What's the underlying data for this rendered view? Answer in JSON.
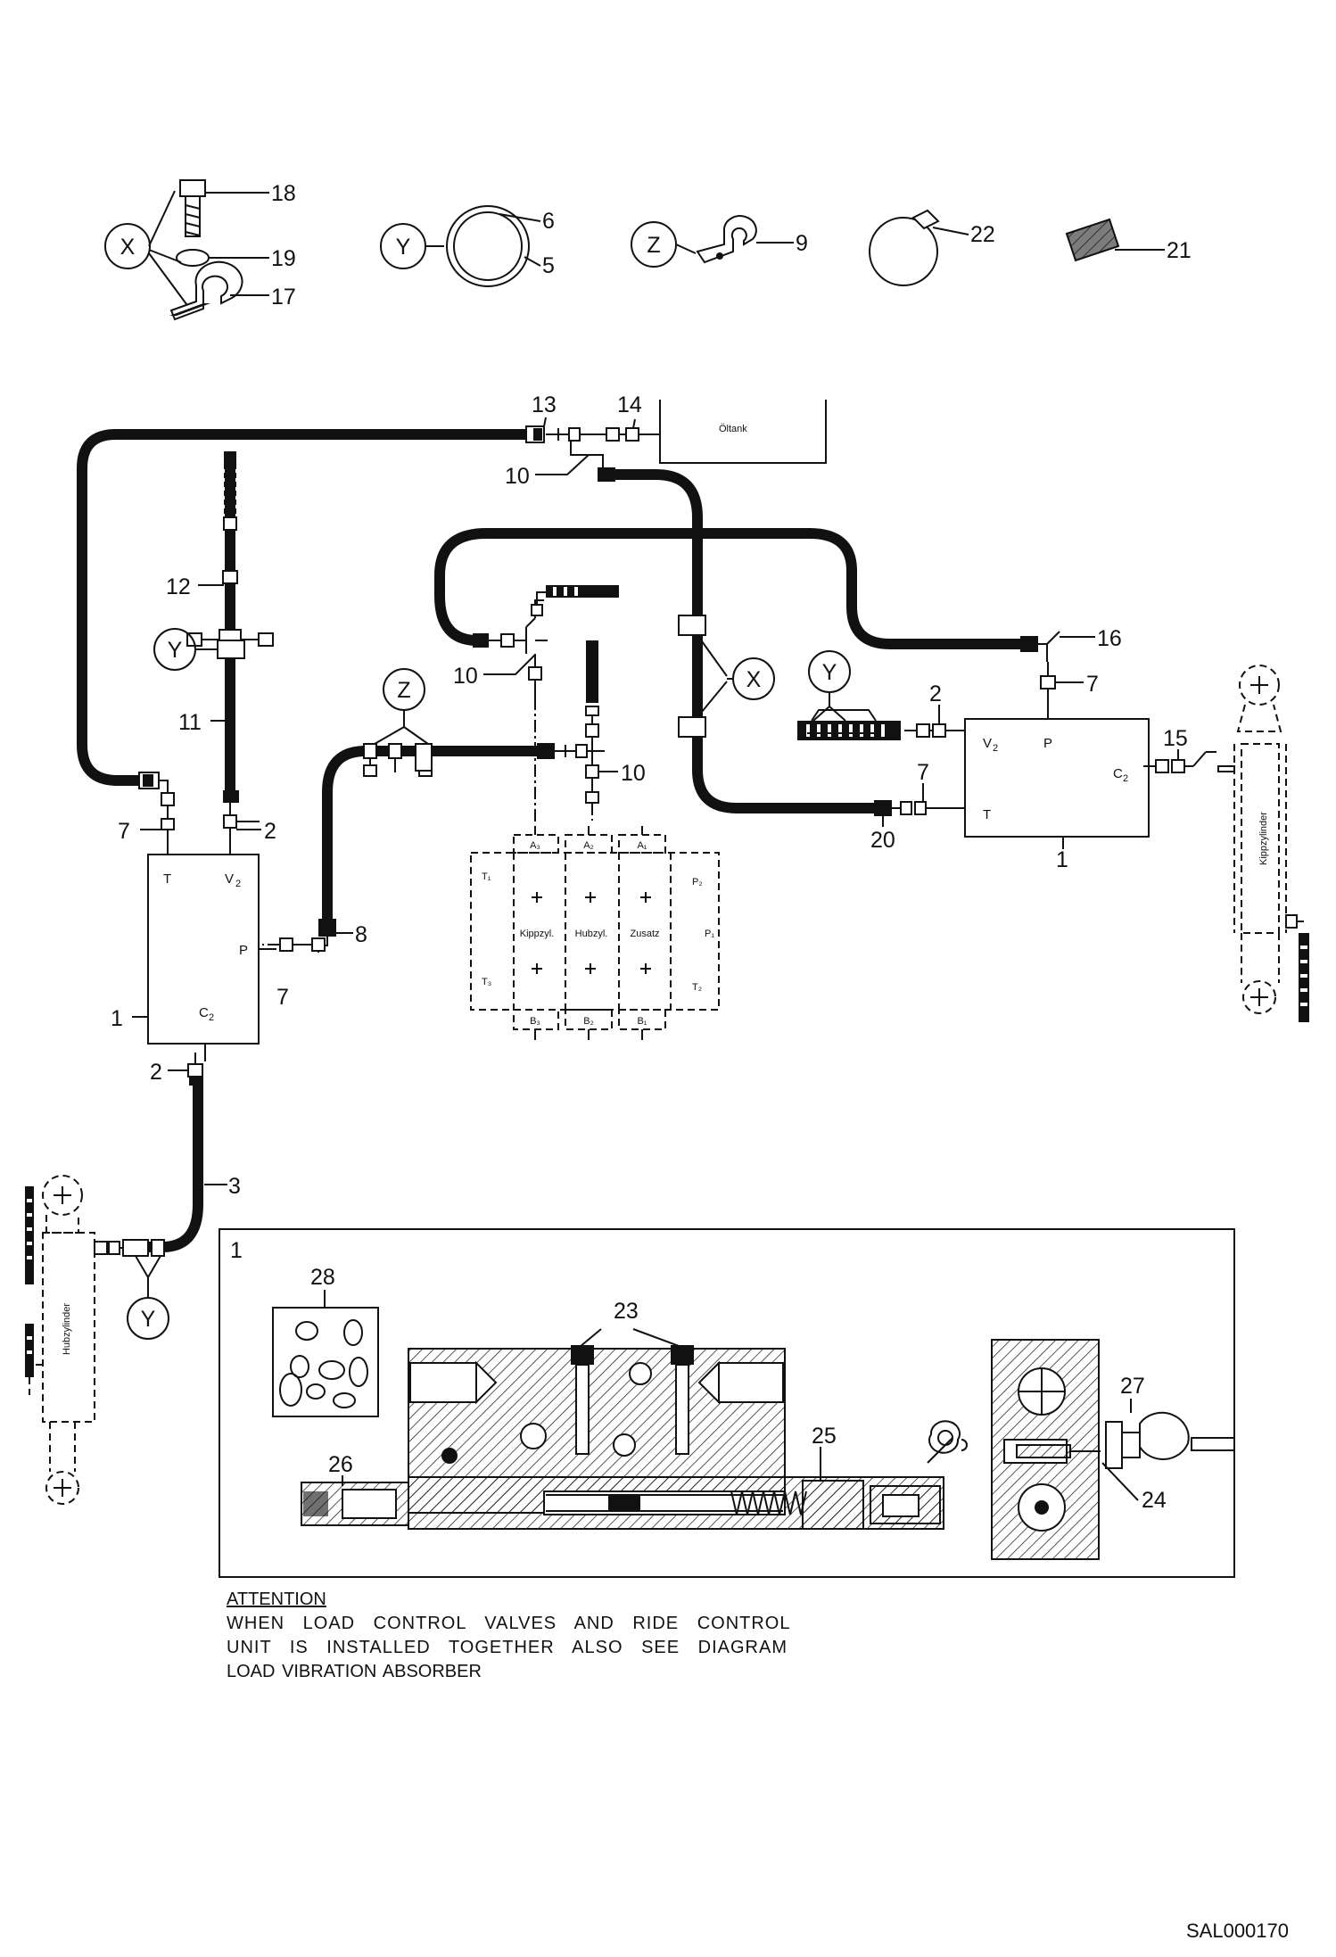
{
  "callouts": {
    "c18": "18",
    "c19": "19",
    "c17": "17",
    "c6": "6",
    "c5": "5",
    "c9": "9",
    "c22": "22",
    "c21": "21",
    "c13": "13",
    "c14": "14",
    "c10a": "10",
    "c12": "12",
    "c11": "11",
    "c10b": "10",
    "c16": "16",
    "c7a": "7",
    "c2a": "2",
    "c8": "8",
    "c7b": "7",
    "c1a": "1",
    "c2b": "2",
    "c3": "3",
    "c10c": "10",
    "c2c": "2",
    "c7c": "7",
    "c15": "15",
    "c7d": "7",
    "c20": "20",
    "c1b": "1",
    "c28": "28",
    "c23": "23",
    "c25": "25",
    "c26": "26",
    "c27": "27",
    "c24": "24",
    "inset": "1"
  },
  "detail_refs": {
    "x": "X",
    "y": "Y",
    "z": "Z"
  },
  "ports": {
    "T": "T",
    "V2": "V",
    "P": "P",
    "C2": "C",
    "sub2": "2",
    "A3": "A₃",
    "A2": "A₂",
    "A1": "A₁",
    "B3": "B₃",
    "B2": "B₂",
    "B1": "B₁",
    "T1": "T₁",
    "T3": "T₃",
    "P2": "P₂",
    "P1": "P₁",
    "T2": "T₂"
  },
  "labels": {
    "tank": "Öltank",
    "spool_tilt": "Kippzyl.",
    "spool_lift": "Hubzyl.",
    "spool_aux": "Zusatz",
    "tilt_cylinder": "Kippzylinder",
    "lift_cylinder": "Hubzylinder"
  },
  "attention": {
    "title": "ATTENTION",
    "lines": [
      "WHEN LOAD CONTROL VALVES AND RIDE CONTROL",
      "UNIT IS INSTALLED TOGETHER ALSO SEE DIAGRAM",
      "LOAD VIBRATION ABSORBER"
    ]
  },
  "drawing_code": "SAL000170"
}
